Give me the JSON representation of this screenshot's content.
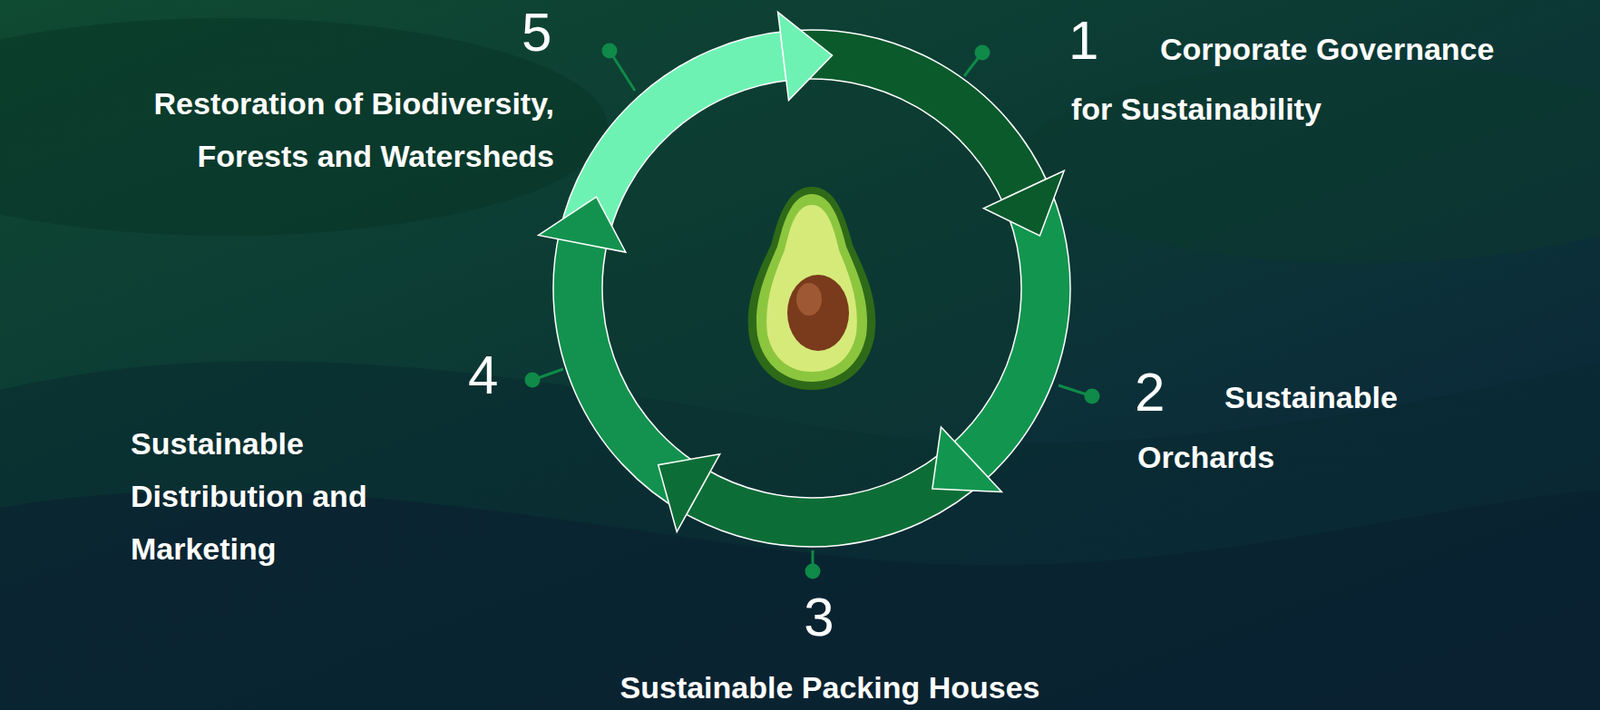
{
  "diagram": {
    "labels": [
      "1",
      "Corporate Governance for Sustainability",
      "2",
      "Sustainable Orchards",
      "3",
      "Sustainable Packing Houses",
      "4",
      "Sustainable Distribution and Marketing",
      "5",
      "Restoration of Biodiversity, Forests and Watersheds"
    ]
  }
}
